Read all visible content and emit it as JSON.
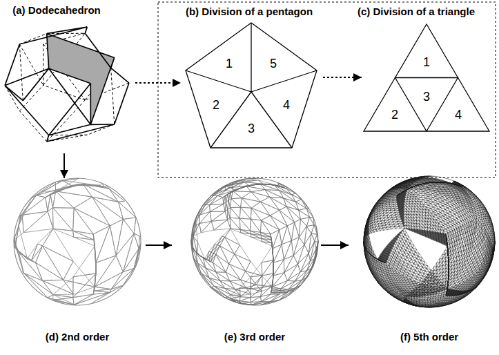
{
  "diagram": {
    "labels": [
      "(a) Dodecahedron",
      "(b) Division of a pentagon",
      "(c) Division of a triangle",
      "1",
      "5",
      "2",
      "4",
      "3",
      "1",
      "2",
      "3",
      "4",
      "(d) 2nd order",
      "(e) 3rd order",
      "(f) 5th order"
    ]
  }
}
